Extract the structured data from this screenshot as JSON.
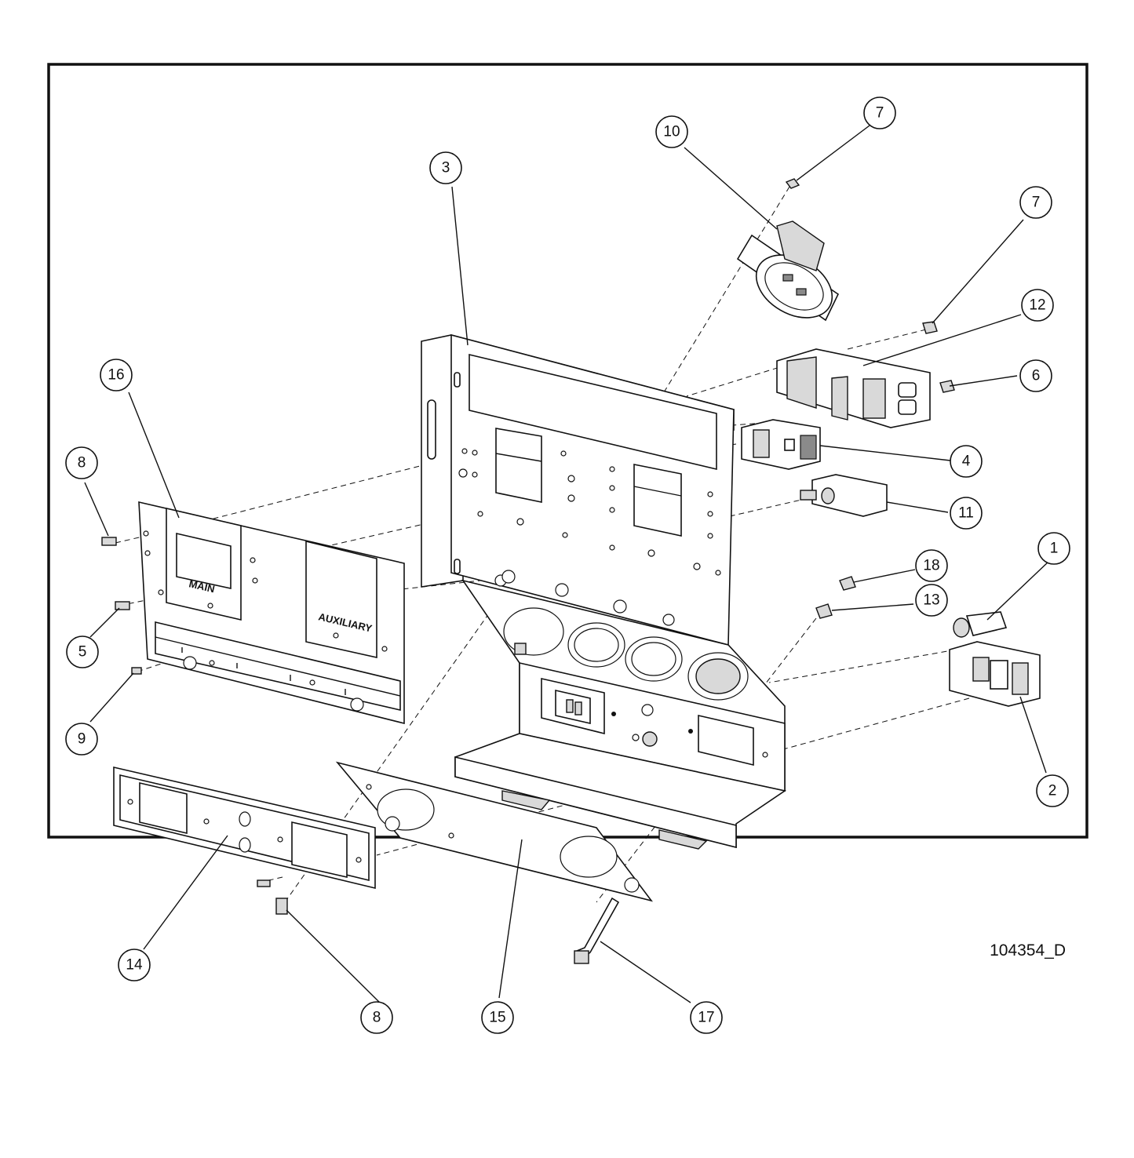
{
  "drawing": {
    "id": "104354_D",
    "labels": {
      "main": "MAIN",
      "auxiliary": "AUXILIARY"
    }
  },
  "callouts": [
    {
      "key": "c1",
      "number": "1"
    },
    {
      "key": "c2",
      "number": "2"
    },
    {
      "key": "c3",
      "number": "3"
    },
    {
      "key": "c4",
      "number": "4"
    },
    {
      "key": "c5",
      "number": "5"
    },
    {
      "key": "c6",
      "number": "6"
    },
    {
      "key": "c7a",
      "number": "7"
    },
    {
      "key": "c7b",
      "number": "7"
    },
    {
      "key": "c8a",
      "number": "8"
    },
    {
      "key": "c8b",
      "number": "8"
    },
    {
      "key": "c9",
      "number": "9"
    },
    {
      "key": "c10",
      "number": "10"
    },
    {
      "key": "c11",
      "number": "11"
    },
    {
      "key": "c12",
      "number": "12"
    },
    {
      "key": "c13",
      "number": "13"
    },
    {
      "key": "c14",
      "number": "14"
    },
    {
      "key": "c15",
      "number": "15"
    },
    {
      "key": "c16",
      "number": "16"
    },
    {
      "key": "c17",
      "number": "17"
    },
    {
      "key": "c18",
      "number": "18"
    }
  ]
}
